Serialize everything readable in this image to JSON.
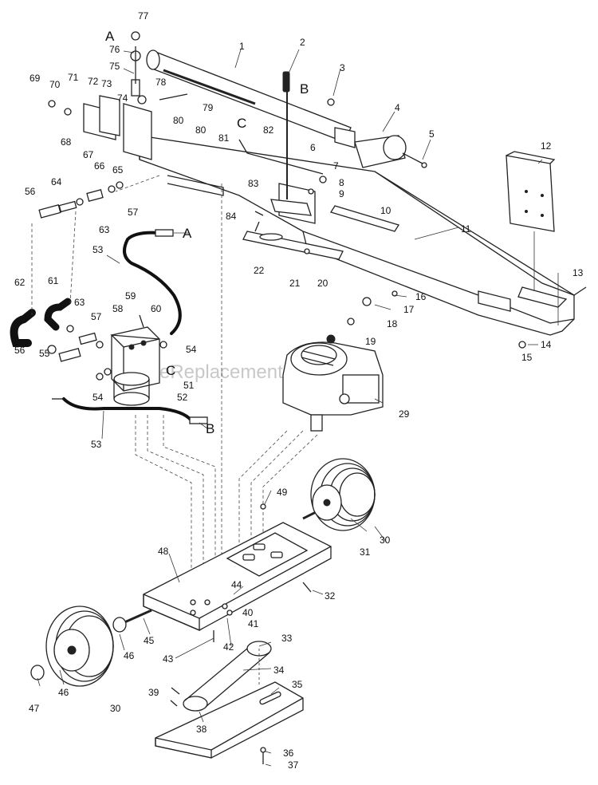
{
  "watermark": "eReplacementParts.com",
  "callouts": [
    {
      "id": "c77",
      "text": "77"
    },
    {
      "id": "cA1",
      "text": "A"
    },
    {
      "id": "c1",
      "text": "1"
    },
    {
      "id": "c2",
      "text": "2"
    },
    {
      "id": "c3",
      "text": "3"
    },
    {
      "id": "c76",
      "text": "76"
    },
    {
      "id": "c75",
      "text": "75"
    },
    {
      "id": "cB1",
      "text": "B"
    },
    {
      "id": "c69",
      "text": "69"
    },
    {
      "id": "c70",
      "text": "70"
    },
    {
      "id": "c71",
      "text": "71"
    },
    {
      "id": "c72",
      "text": "72"
    },
    {
      "id": "c73",
      "text": "73"
    },
    {
      "id": "c78",
      "text": "78"
    },
    {
      "id": "c74",
      "text": "74"
    },
    {
      "id": "c79",
      "text": "79"
    },
    {
      "id": "c4",
      "text": "4"
    },
    {
      "id": "c68",
      "text": "68"
    },
    {
      "id": "c80a",
      "text": "80"
    },
    {
      "id": "c80b",
      "text": "80"
    },
    {
      "id": "cC1",
      "text": "C"
    },
    {
      "id": "c82",
      "text": "82"
    },
    {
      "id": "c5",
      "text": "5"
    },
    {
      "id": "c67",
      "text": "67"
    },
    {
      "id": "c66",
      "text": "66"
    },
    {
      "id": "c65",
      "text": "65"
    },
    {
      "id": "c81",
      "text": "81"
    },
    {
      "id": "c6",
      "text": "6"
    },
    {
      "id": "c12",
      "text": "12"
    },
    {
      "id": "c7",
      "text": "7"
    },
    {
      "id": "c8",
      "text": "8"
    },
    {
      "id": "c9",
      "text": "9"
    },
    {
      "id": "c56a",
      "text": "56"
    },
    {
      "id": "c64",
      "text": "64"
    },
    {
      "id": "c83",
      "text": "83"
    },
    {
      "id": "c57a",
      "text": "57"
    },
    {
      "id": "c10",
      "text": "10"
    },
    {
      "id": "c84",
      "text": "84"
    },
    {
      "id": "c63a",
      "text": "63"
    },
    {
      "id": "cA2",
      "text": "A"
    },
    {
      "id": "c11",
      "text": "11"
    },
    {
      "id": "c53a",
      "text": "53"
    },
    {
      "id": "c22",
      "text": "22"
    },
    {
      "id": "c21",
      "text": "21"
    },
    {
      "id": "c20",
      "text": "20"
    },
    {
      "id": "c13",
      "text": "13"
    },
    {
      "id": "c62",
      "text": "62"
    },
    {
      "id": "c61",
      "text": "61"
    },
    {
      "id": "c59",
      "text": "59"
    },
    {
      "id": "c58",
      "text": "58"
    },
    {
      "id": "c60",
      "text": "60"
    },
    {
      "id": "c16",
      "text": "16"
    },
    {
      "id": "c63b",
      "text": "63"
    },
    {
      "id": "c57b",
      "text": "57"
    },
    {
      "id": "c17",
      "text": "17"
    },
    {
      "id": "c18",
      "text": "18"
    },
    {
      "id": "c19",
      "text": "19"
    },
    {
      "id": "c54a",
      "text": "54"
    },
    {
      "id": "c14",
      "text": "14"
    },
    {
      "id": "c15",
      "text": "15"
    },
    {
      "id": "c56b",
      "text": "56"
    },
    {
      "id": "c55",
      "text": "55"
    },
    {
      "id": "cC2",
      "text": "C"
    },
    {
      "id": "c51",
      "text": "51"
    },
    {
      "id": "c54b",
      "text": "54"
    },
    {
      "id": "c52",
      "text": "52"
    },
    {
      "id": "c29",
      "text": "29"
    },
    {
      "id": "c53b",
      "text": "53"
    },
    {
      "id": "cB2",
      "text": "B"
    },
    {
      "id": "c49",
      "text": "49"
    },
    {
      "id": "c30a",
      "text": "30"
    },
    {
      "id": "c31",
      "text": "31"
    },
    {
      "id": "c48",
      "text": "48"
    },
    {
      "id": "c32",
      "text": "32"
    },
    {
      "id": "c44",
      "text": "44"
    },
    {
      "id": "c40",
      "text": "40"
    },
    {
      "id": "c41",
      "text": "41"
    },
    {
      "id": "c45",
      "text": "45"
    },
    {
      "id": "c46a",
      "text": "46"
    },
    {
      "id": "c43",
      "text": "43"
    },
    {
      "id": "c42",
      "text": "42"
    },
    {
      "id": "c33",
      "text": "33"
    },
    {
      "id": "c34",
      "text": "34"
    },
    {
      "id": "c35",
      "text": "35"
    },
    {
      "id": "c39",
      "text": "39"
    },
    {
      "id": "c47",
      "text": "47"
    },
    {
      "id": "c46b",
      "text": "46"
    },
    {
      "id": "c30b",
      "text": "30"
    },
    {
      "id": "c38",
      "text": "38"
    },
    {
      "id": "c36",
      "text": "36"
    },
    {
      "id": "c37",
      "text": "37"
    }
  ]
}
